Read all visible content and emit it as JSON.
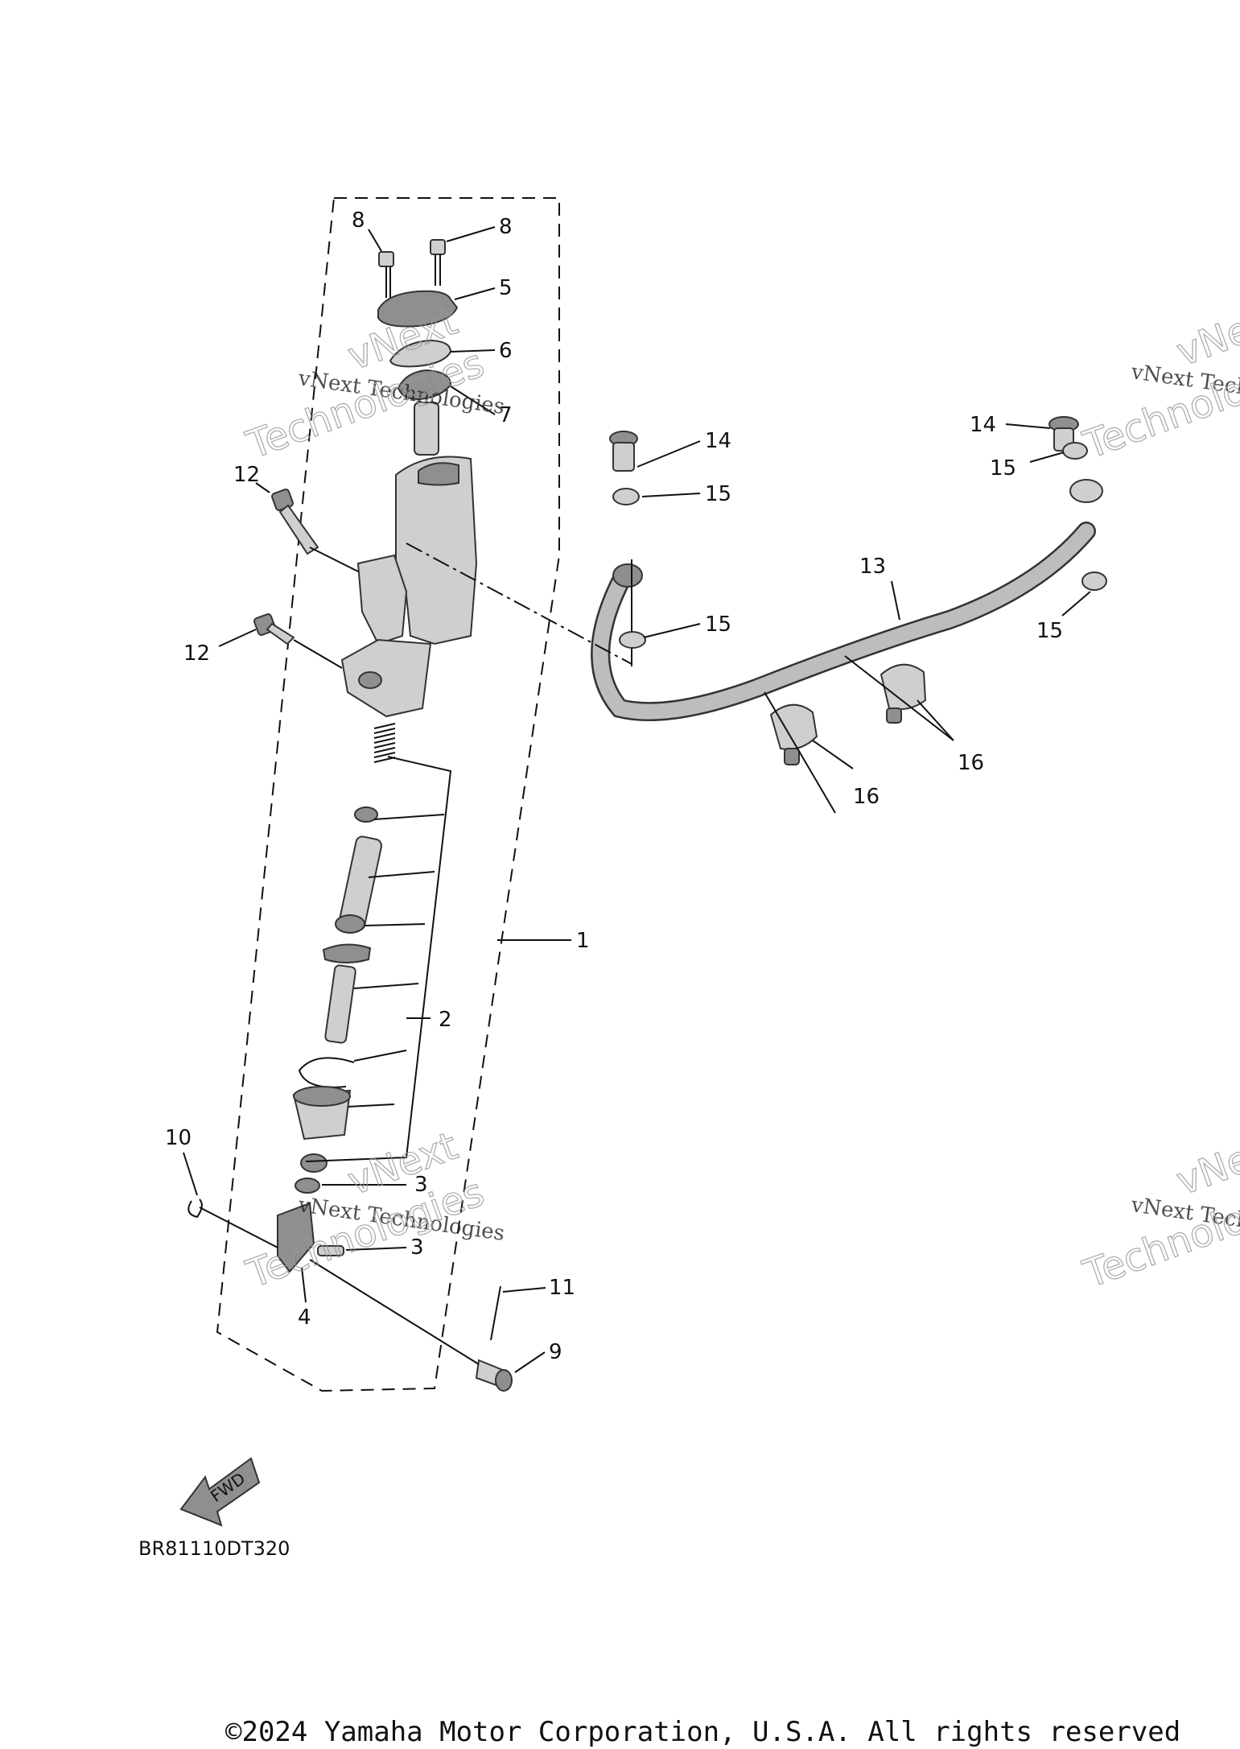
{
  "diagram": {
    "callouts": {
      "c1": "1",
      "c2": "2",
      "c3a": "3",
      "c3b": "3",
      "c4": "4",
      "c5": "5",
      "c6": "6",
      "c7": "7",
      "c8a": "8",
      "c8b": "8",
      "c9": "9",
      "c10": "10",
      "c11": "11",
      "c12a": "12",
      "c12b": "12",
      "c13": "13",
      "c14a": "14",
      "c14b": "14",
      "c15a": "15",
      "c15b": "15",
      "c15c": "15",
      "c15d": "15",
      "c16a": "16",
      "c16b": "16"
    },
    "watermark": {
      "line1": "vNext Technologies",
      "line2": "vNext",
      "line3": "Technologies"
    },
    "fwd_label": "FWD",
    "diagram_code": "BR81110DT320"
  },
  "footer": {
    "copyright": "©2024 Yamaha Motor Corporation, U.S.A. All rights reserved"
  }
}
